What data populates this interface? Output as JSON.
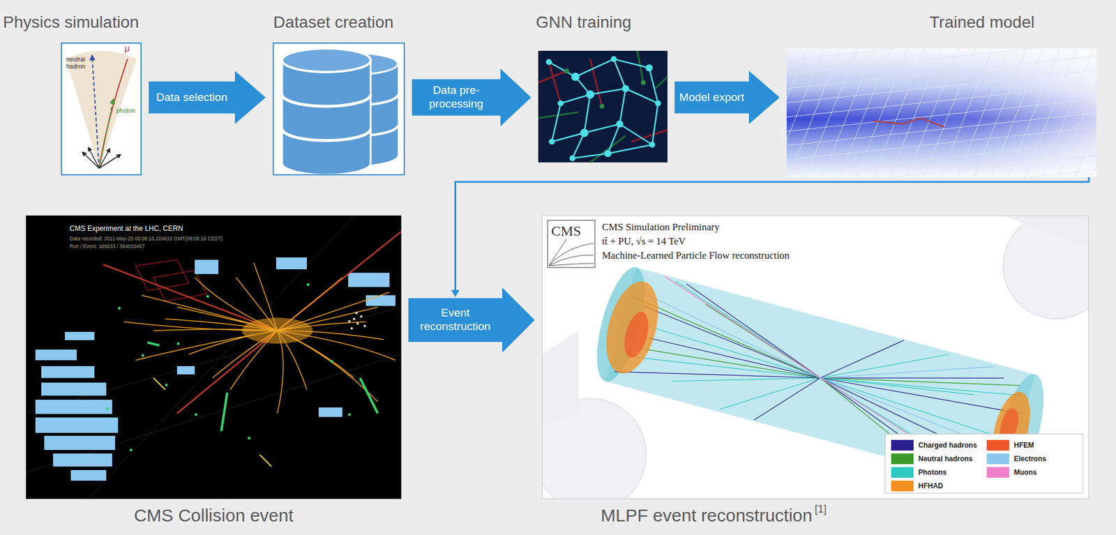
{
  "diagram": {
    "nodes": [
      {
        "text": [
          "Physics simulation"
        ]
      },
      {
        "text": [
          "Dataset creation"
        ]
      },
      {
        "text": [
          "GNN training"
        ]
      },
      {
        "text": [
          "Trained model"
        ]
      },
      {
        "text": [
          "CMS Collision event"
        ]
      },
      {
        "text": [
          "MLPF event reconstruction"
        ]
      }
    ],
    "edges": [
      {
        "from": 0,
        "to": 1,
        "arrow": "to",
        "label": "Data selection"
      },
      {
        "from": 1,
        "to": 2,
        "arrow": "to",
        "label": "Data pre-processing"
      },
      {
        "from": 2,
        "to": 3,
        "arrow": "to",
        "label": "Model export"
      },
      {
        "from": 3,
        "to": 5,
        "arrow": "to"
      },
      {
        "from": 4,
        "to": 5,
        "arrow": "to",
        "label": "Event reconstruction"
      }
    ],
    "labels": [
      "μ",
      "neutral hadron",
      "photon",
      "CMS Experiment at the LHC, CERN",
      "Data recorded: 2011-May-25 06:08:16.224615 GMT(08:08:16 CEST)",
      "Run / Event: 165633 / 394010457",
      "CMS",
      "CMS Simulation Preliminary",
      "tt̄ + PU, √s = 14 TeV",
      "Machine-Learned Particle Flow reconstruction",
      "[1]"
    ],
    "legend": [
      {
        "text": "Charged hadrons",
        "color": "#2a1f8f"
      },
      {
        "text": "HFEM",
        "color": "#f0552a"
      },
      {
        "text": "Neutral hadrons",
        "color": "#3a9a2a"
      },
      {
        "text": "Electrons",
        "color": "#8cc6ee"
      },
      {
        "text": "Photons",
        "color": "#2ec9c0"
      },
      {
        "text": "Muons",
        "color": "#f080c8"
      },
      {
        "text": "HFHAD",
        "color": "#f39020"
      }
    ]
  }
}
